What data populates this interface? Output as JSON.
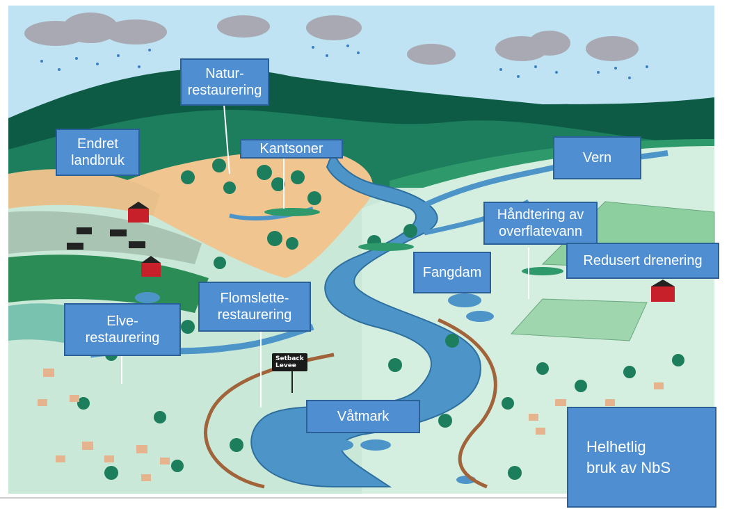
{
  "labels": {
    "natur_restaurering": "Natur-\nrestaurering",
    "endret_landbruk": "Endret\nlandbruk",
    "kantsoner": "Kantsoner",
    "vern": "Vern",
    "handtering": "Håndtering av\noverflatevann",
    "fangdam": "Fangdam",
    "redusert_drenering": "Redusert drenering",
    "flomslette": "Flomslette-\nrestaurering",
    "elve_restaurering": "Elve-\nrestaurering",
    "vatmark": "Våtmark",
    "helhetlig": "Helhetlig\nbruk av NbS"
  },
  "sign": {
    "text": "Setback\nLevee"
  },
  "colors": {
    "sky": "#bfe3f2",
    "hill_dark": "#0d5a45",
    "hill_mid": "#1c7e5c",
    "hill_light": "#2e9a6c",
    "meadow": "#c9e8d7",
    "sand": "#f1c58f",
    "river": "#4d95c9",
    "river_edge": "#2e6f9e",
    "levee": "#a0633a",
    "label_fill": "#4f8fd1",
    "label_border": "#2a5f98",
    "barn": "#c8202b"
  }
}
